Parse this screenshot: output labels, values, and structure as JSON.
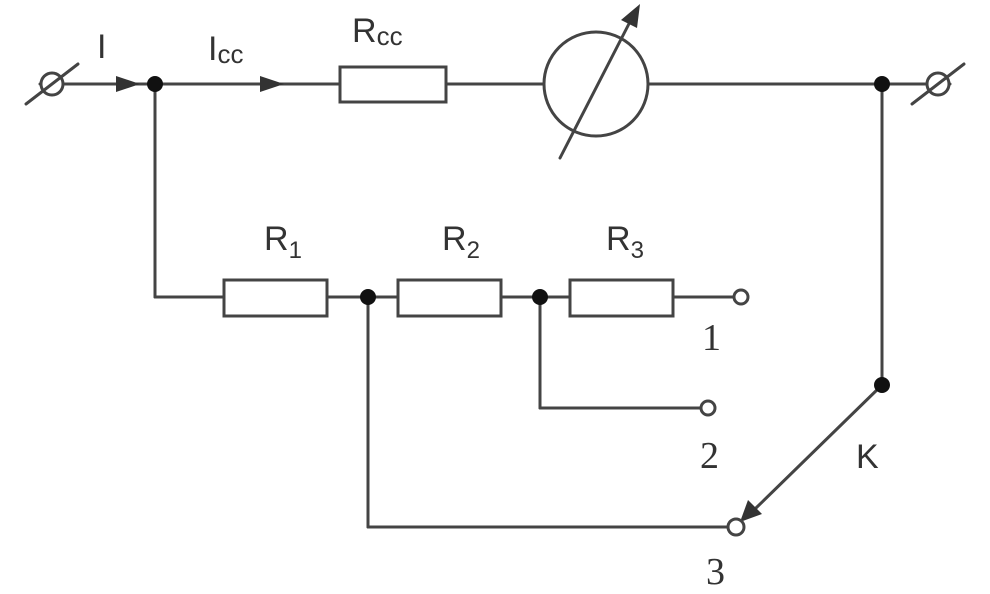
{
  "labels": {
    "current_main": "I",
    "current_meter_base": "I",
    "current_meter_sub": "cc",
    "meter_resistor_base": "R",
    "meter_resistor_sub": "cc",
    "r1_base": "R",
    "r1_sub": "1",
    "r2_base": "R",
    "r2_sub": "2",
    "r3_base": "R",
    "r3_sub": "3",
    "switch": "K",
    "terminal_1": "1",
    "terminal_2": "2",
    "terminal_3": "3"
  },
  "colors": {
    "line": "#444444",
    "node": "#111111",
    "text": "#333333",
    "background": "#ffffff"
  }
}
